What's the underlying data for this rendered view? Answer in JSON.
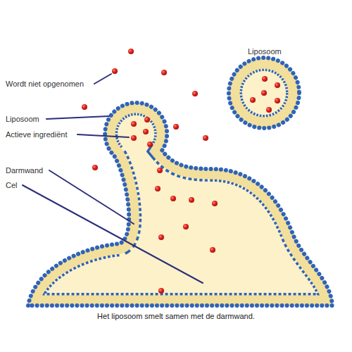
{
  "diagram": {
    "caption": "Het liposoom smelt samen met de darmwand.",
    "labels": [
      "Wordt niet opgenomen",
      "Liposoom",
      "Actieve ingrediënt",
      "Darmwand",
      "Cel",
      "Liposoom"
    ]
  }
}
